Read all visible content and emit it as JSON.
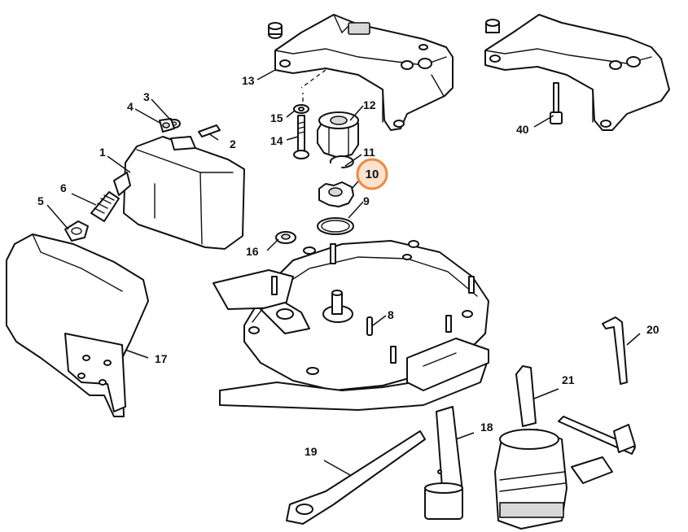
{
  "callouts": [
    {
      "id": "1",
      "label": "1"
    },
    {
      "id": "2",
      "label": "2"
    },
    {
      "id": "3",
      "label": "3"
    },
    {
      "id": "4",
      "label": "4"
    },
    {
      "id": "5",
      "label": "5"
    },
    {
      "id": "6",
      "label": "6"
    },
    {
      "id": "8",
      "label": "8"
    },
    {
      "id": "9",
      "label": "9"
    },
    {
      "id": "10",
      "label": "10"
    },
    {
      "id": "11",
      "label": "11"
    },
    {
      "id": "12",
      "label": "12"
    },
    {
      "id": "13",
      "label": "13"
    },
    {
      "id": "14",
      "label": "14"
    },
    {
      "id": "15",
      "label": "15"
    },
    {
      "id": "16",
      "label": "16"
    },
    {
      "id": "17",
      "label": "17"
    },
    {
      "id": "18",
      "label": "18"
    },
    {
      "id": "19",
      "label": "19"
    },
    {
      "id": "20",
      "label": "20"
    },
    {
      "id": "21",
      "label": "21"
    },
    {
      "id": "40",
      "label": "40"
    }
  ],
  "highlighted_callout": "10",
  "colors": {
    "highlight_stroke": "#f0883e",
    "highlight_fill": "#fbe3cf",
    "line": "#111111",
    "background": "#ffffff"
  }
}
